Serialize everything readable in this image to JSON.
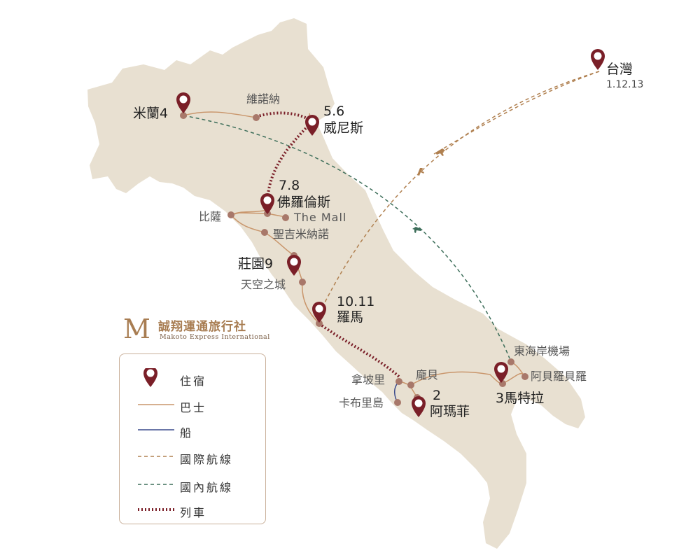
{
  "places": {
    "taiwan": "台灣",
    "taiwan_days": "1.12.13",
    "milan": "米蘭4",
    "verona": "維諾納",
    "venice_days": "5.6",
    "venice": "威尼斯",
    "florence_days": "7.8",
    "florence": "佛羅倫斯",
    "pisa": "比薩",
    "the_mall": "The Mall",
    "san_gimignano": "聖吉米納諾",
    "manor": "莊園9",
    "civita": "天空之城",
    "rome_days": "10.11",
    "rome": "羅馬",
    "naples": "拿坡里",
    "pompeii": "龐貝",
    "amalfi_days": "2",
    "amalfi": "阿瑪菲",
    "capri": "卡布里島",
    "bari_airport": "東海岸機場",
    "alberobello": "阿貝羅貝羅",
    "matera": "3馬特拉"
  },
  "brand": {
    "logo_letter": "M",
    "name": "誠翔運通旅行社",
    "english": "Makoto Express International"
  },
  "legend": {
    "lodging": "住宿",
    "bus": "巴士",
    "boat": "船",
    "intl_flight": "國際航線",
    "domestic_flight": "國內航線",
    "train": "列車"
  },
  "colors": {
    "land": "#e8e0d1",
    "bus": "#c9966c",
    "boat": "#3a4a8c",
    "intl_flight": "#b08050",
    "domestic_flight": "#3d6e5a",
    "train": "#7a1f28",
    "pin": "#7a1f28",
    "dot": "#a8786a"
  }
}
